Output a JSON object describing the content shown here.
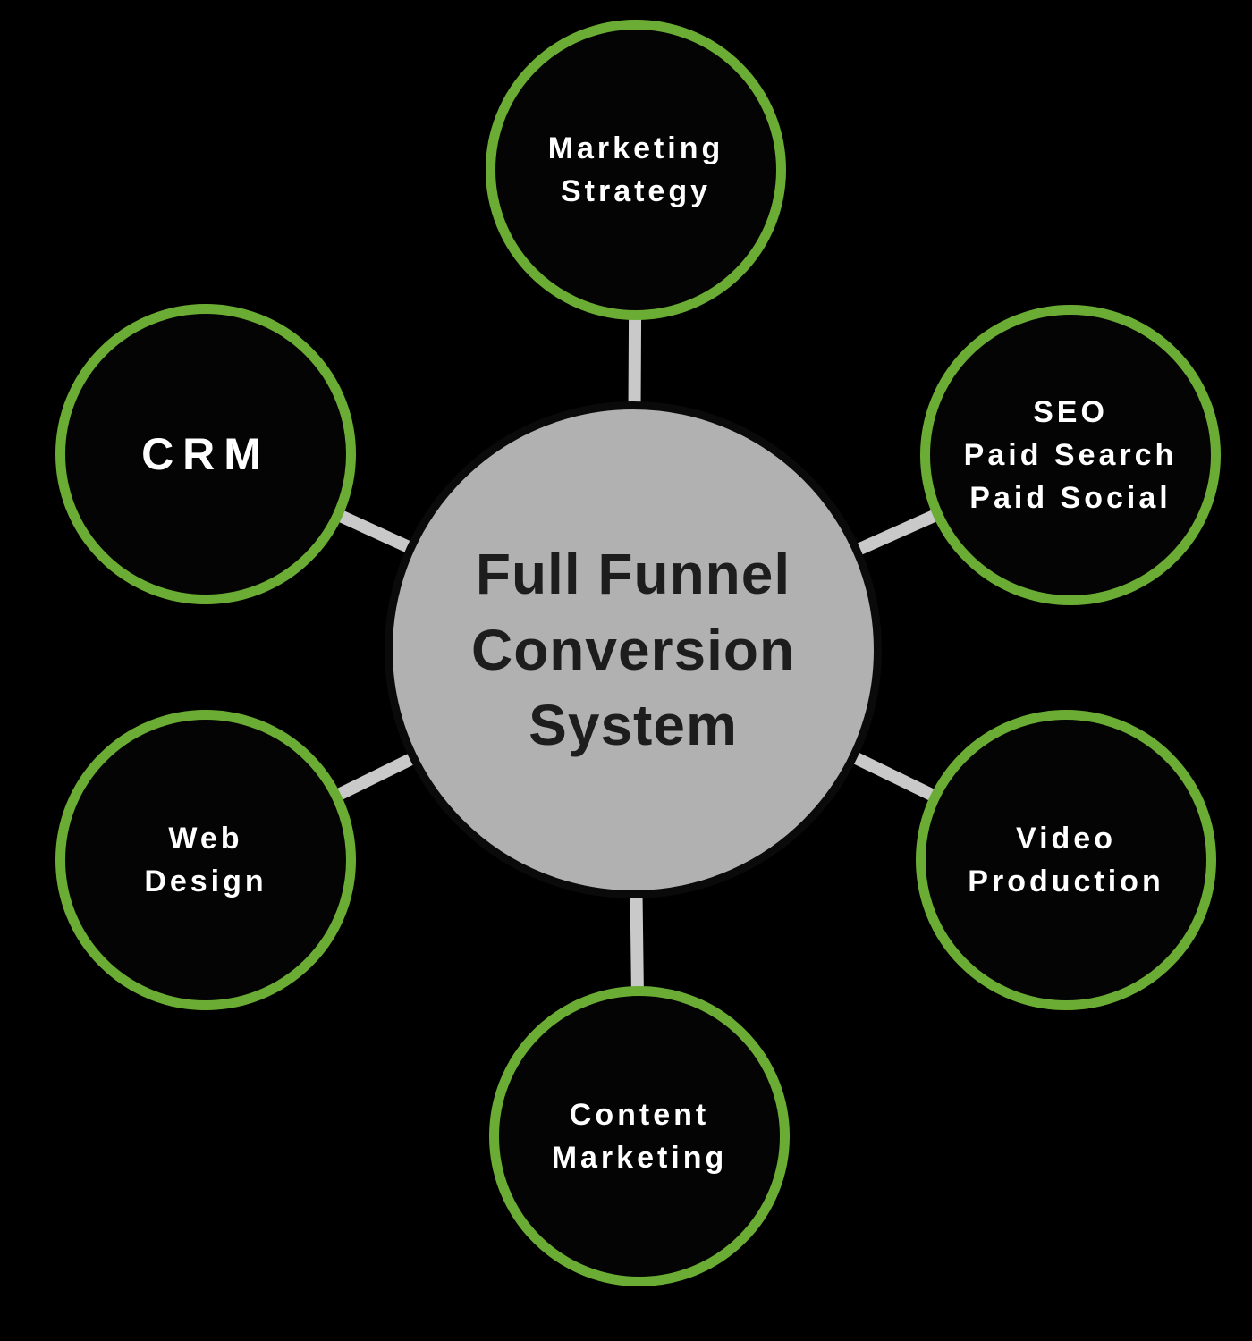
{
  "diagram": {
    "title": "Full Funnel Conversion System",
    "hub": {
      "label": "Full Funnel\nConversion\nSystem"
    },
    "nodes": [
      {
        "id": "marketing-strategy",
        "label": "Marketing\nStrategy"
      },
      {
        "id": "seo-paid-search-paid-social",
        "label": "SEO\nPaid Search\nPaid Social"
      },
      {
        "id": "video-production",
        "label": "Video\nProduction"
      },
      {
        "id": "content-marketing",
        "label": "Content\nMarketing"
      },
      {
        "id": "web-design",
        "label": "Web\nDesign"
      },
      {
        "id": "crm",
        "label": "CRM"
      }
    ],
    "colors": {
      "background": "#000000",
      "node_ring": "#6bad34",
      "node_fill": "#040404",
      "node_text": "#ffffff",
      "hub_fill": "#b1b1b1",
      "hub_border": "#0a0a0a",
      "hub_text": "#1d1d1d",
      "connector": "#c9c9c9"
    }
  }
}
